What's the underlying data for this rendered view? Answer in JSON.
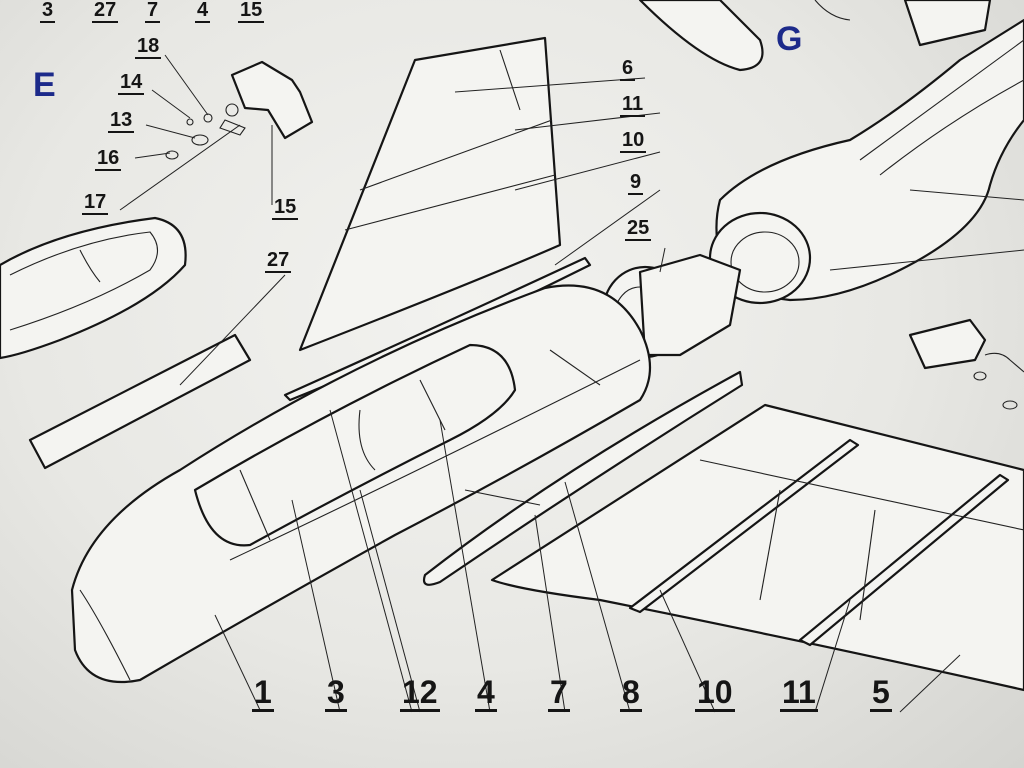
{
  "section_labels": [
    {
      "id": "E",
      "text": "E",
      "color": "#1c2a8a"
    },
    {
      "id": "G",
      "text": "G",
      "color": "#1c2a8a"
    }
  ],
  "top_labels": [
    "3",
    "27",
    "7",
    "4",
    "15"
  ],
  "part_labels": {
    "p18": "18",
    "p14": "14",
    "p13": "13",
    "p16": "16",
    "p17": "17",
    "p15": "15",
    "p27": "27",
    "p6": "6",
    "p11": "11",
    "p10": "10",
    "p9": "9",
    "p25": "25"
  },
  "bottom_labels": {
    "b1": "1",
    "b3": "3",
    "b12": "12",
    "b4": "4",
    "b7": "7",
    "b8": "8",
    "b10": "10",
    "b11": "11",
    "b5": "5"
  },
  "colors": {
    "line": "#151515",
    "paper": "#f2f2ef",
    "section": "#1c2a8a"
  }
}
